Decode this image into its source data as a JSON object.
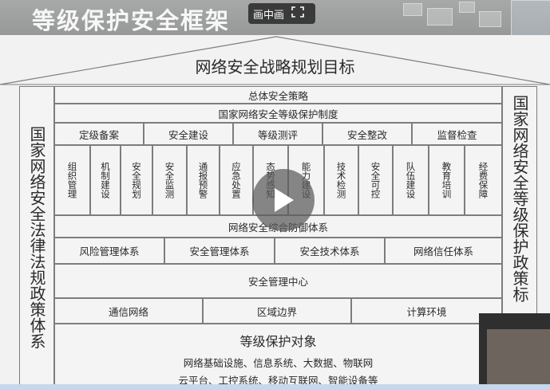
{
  "slide": {
    "title": "等级保护安全框架"
  },
  "player": {
    "pip_label": "画中画",
    "pip_toggle_icon": "expand-arrows-icon",
    "play_icon": "play-icon"
  },
  "diagram": {
    "roof_title": "网络安全战略规划目标",
    "left_pillar": "国家网络安全法律法规政策体系",
    "right_pillar": "国家网络安全等级保护政策标",
    "strategy": "总体安全策略",
    "system": "国家网络安全等级保护制度",
    "stages": [
      "定级备案",
      "安全建设",
      "等级测评",
      "安全整改",
      "监督检查"
    ],
    "measures": [
      "组织管理",
      "机制建设",
      "安全规划",
      "安全监测",
      "通报预警",
      "应急处置",
      "态势感知",
      "能力建设",
      "技术检测",
      "安全可控",
      "队伍建设",
      "教育培训",
      "经费保障"
    ],
    "defense": "网络安全综合防御体系",
    "management_systems": [
      "风险管理体系",
      "安全管理体系",
      "安全技术体系",
      "网络信任体系"
    ],
    "center": "安全管理中心",
    "infrastructure": [
      "通信网络",
      "区域边界",
      "计算环境"
    ],
    "objects_title": "等级保护对象",
    "objects_line1": "网络基础设施、信息系统、大数据、物联网",
    "objects_line2": "云平台、工控系统、移动互联网、智能设备等"
  }
}
